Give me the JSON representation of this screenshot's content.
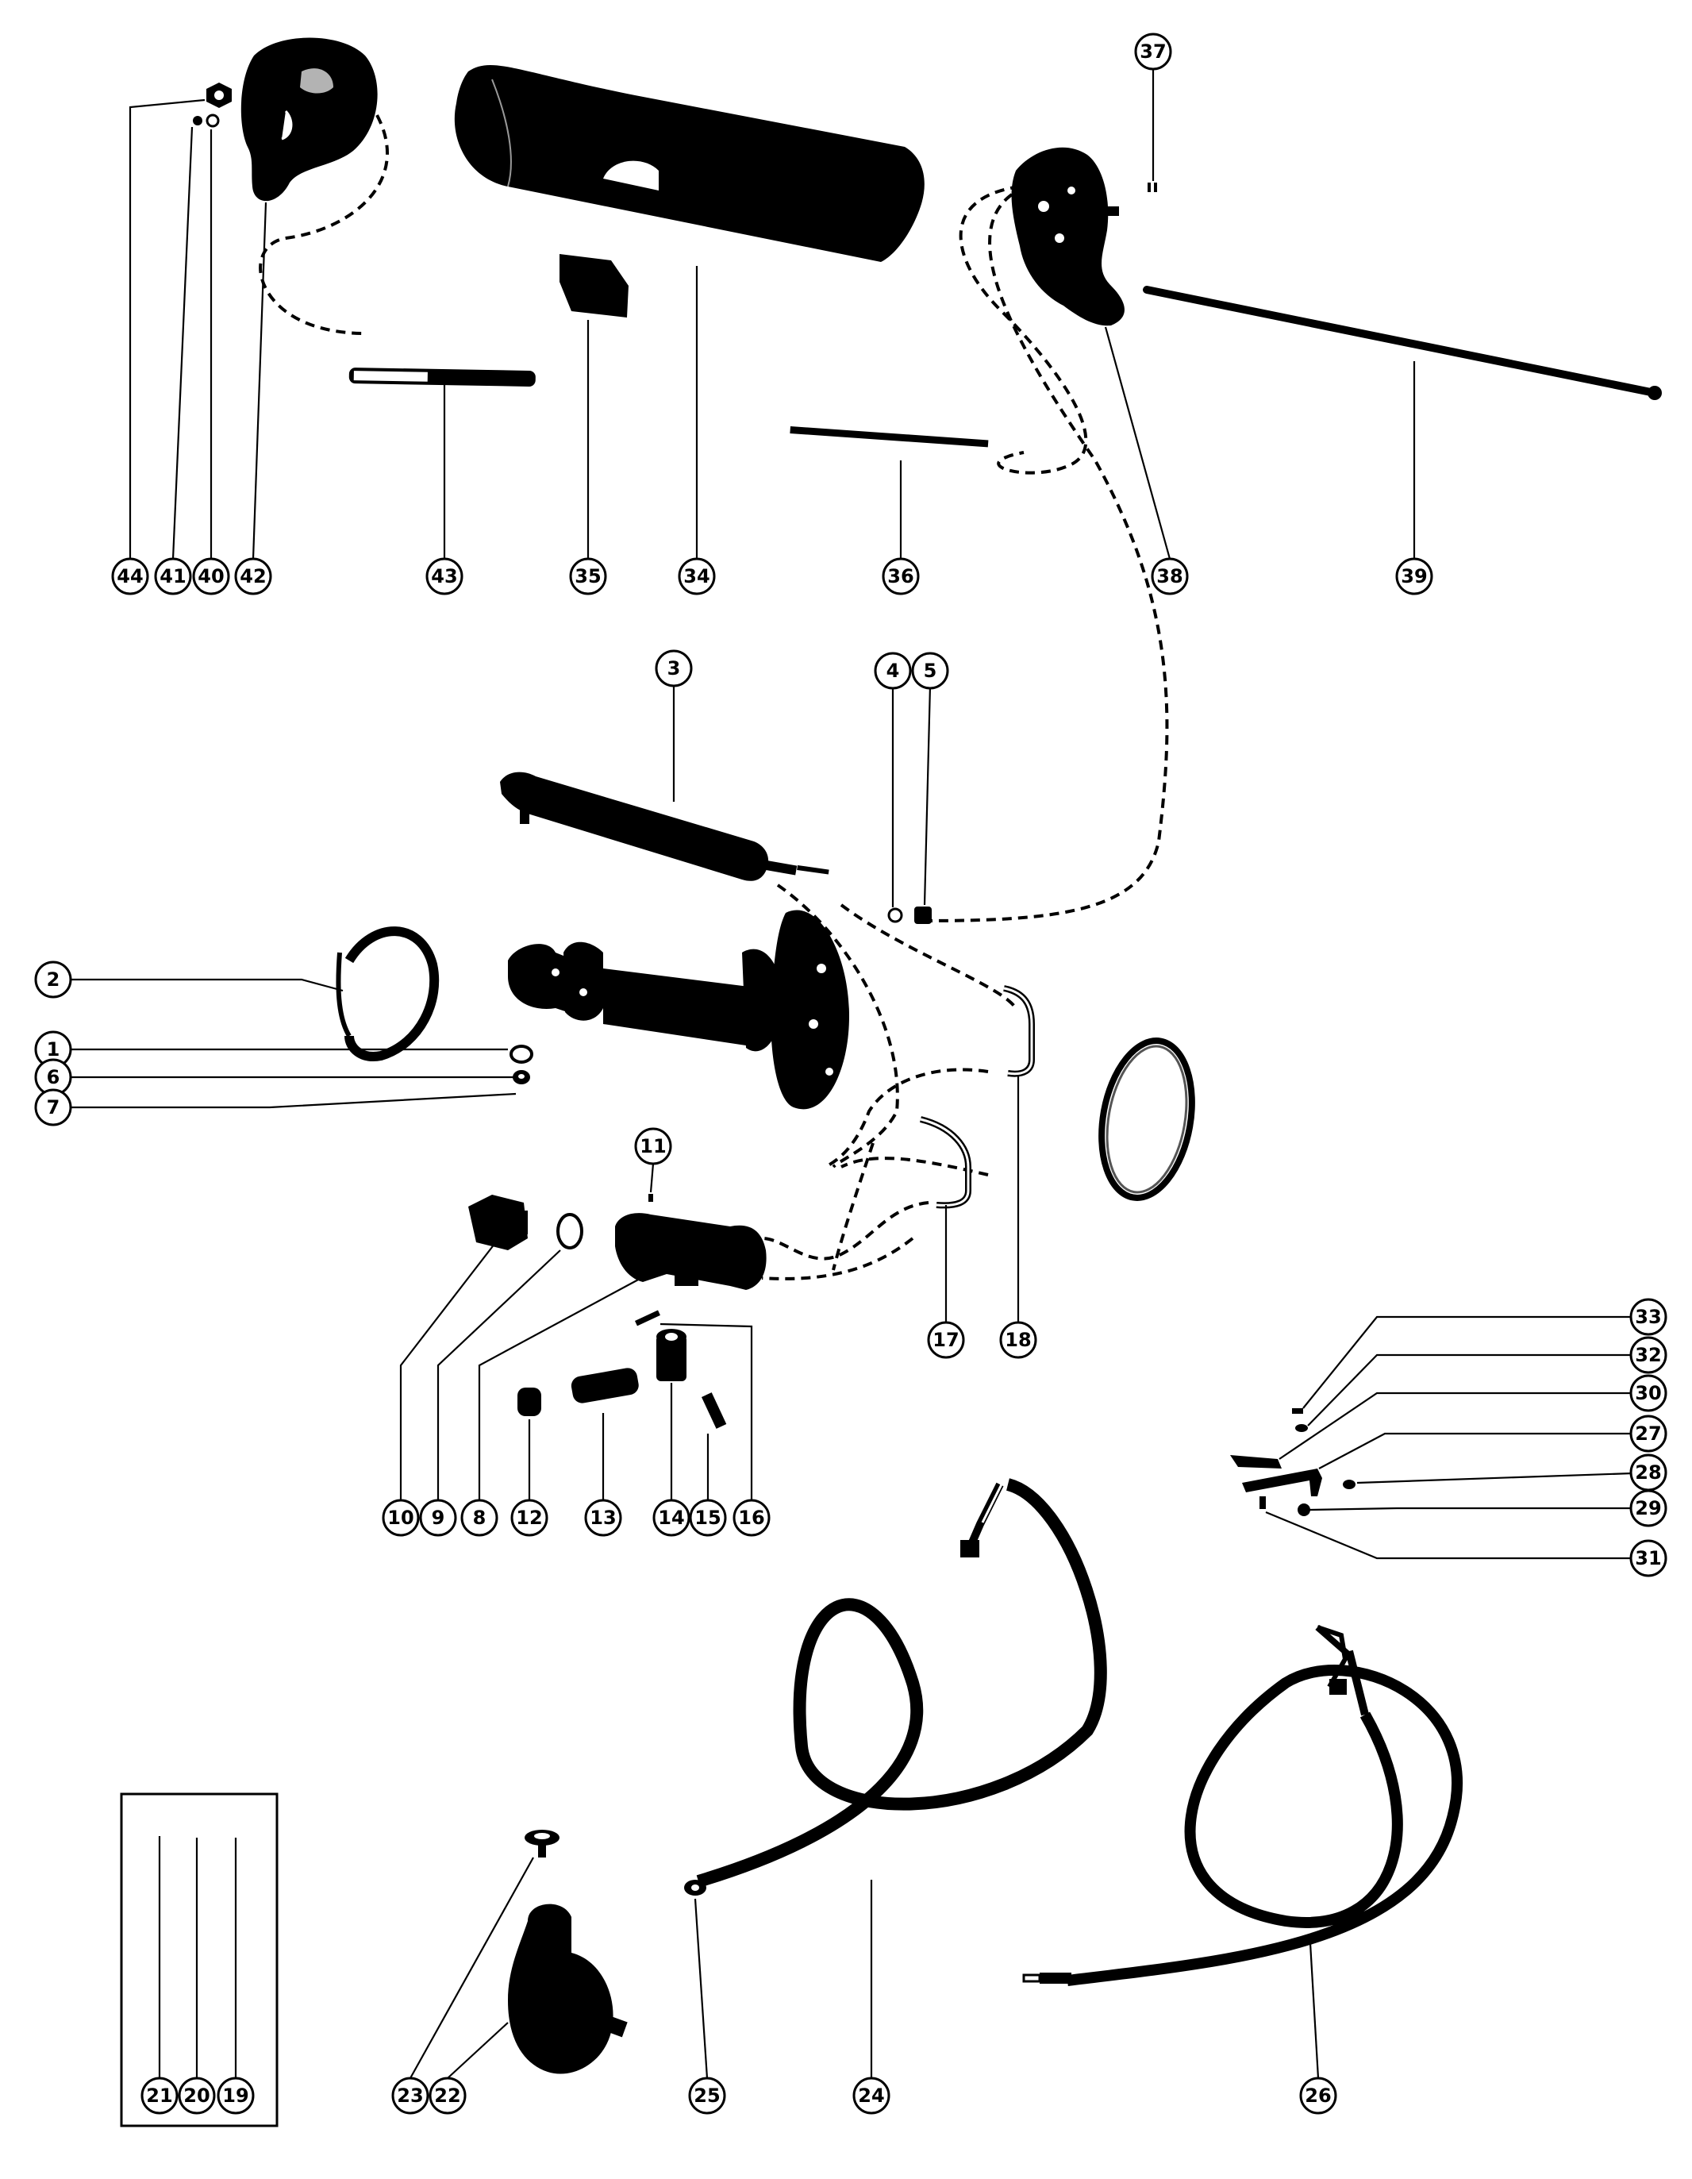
{
  "diagram": {
    "callouts": [
      {
        "id": "c44",
        "label": "44"
      },
      {
        "id": "c41",
        "label": "41"
      },
      {
        "id": "c40",
        "label": "40"
      },
      {
        "id": "c42",
        "label": "42"
      },
      {
        "id": "c43",
        "label": "43"
      },
      {
        "id": "c35",
        "label": "35"
      },
      {
        "id": "c34",
        "label": "34"
      },
      {
        "id": "c36",
        "label": "36"
      },
      {
        "id": "c38",
        "label": "38"
      },
      {
        "id": "c39",
        "label": "39"
      },
      {
        "id": "c37",
        "label": "37"
      },
      {
        "id": "c3",
        "label": "3"
      },
      {
        "id": "c4",
        "label": "4"
      },
      {
        "id": "c5",
        "label": "5"
      },
      {
        "id": "c2",
        "label": "2"
      },
      {
        "id": "c1",
        "label": "1"
      },
      {
        "id": "c6",
        "label": "6"
      },
      {
        "id": "c7",
        "label": "7"
      },
      {
        "id": "c11",
        "label": "11"
      },
      {
        "id": "c17",
        "label": "17"
      },
      {
        "id": "c18",
        "label": "18"
      },
      {
        "id": "c10",
        "label": "10"
      },
      {
        "id": "c9",
        "label": "9"
      },
      {
        "id": "c8",
        "label": "8"
      },
      {
        "id": "c12",
        "label": "12"
      },
      {
        "id": "c13",
        "label": "13"
      },
      {
        "id": "c14",
        "label": "14"
      },
      {
        "id": "c15",
        "label": "15"
      },
      {
        "id": "c16",
        "label": "16"
      },
      {
        "id": "c33",
        "label": "33"
      },
      {
        "id": "c32",
        "label": "32"
      },
      {
        "id": "c30",
        "label": "30"
      },
      {
        "id": "c27",
        "label": "27"
      },
      {
        "id": "c28",
        "label": "28"
      },
      {
        "id": "c29",
        "label": "29"
      },
      {
        "id": "c31",
        "label": "31"
      },
      {
        "id": "c21",
        "label": "21"
      },
      {
        "id": "c20",
        "label": "20"
      },
      {
        "id": "c19",
        "label": "19"
      },
      {
        "id": "c23",
        "label": "23"
      },
      {
        "id": "c22",
        "label": "22"
      },
      {
        "id": "c25",
        "label": "25"
      },
      {
        "id": "c24",
        "label": "24"
      },
      {
        "id": "c26",
        "label": "26"
      }
    ]
  }
}
